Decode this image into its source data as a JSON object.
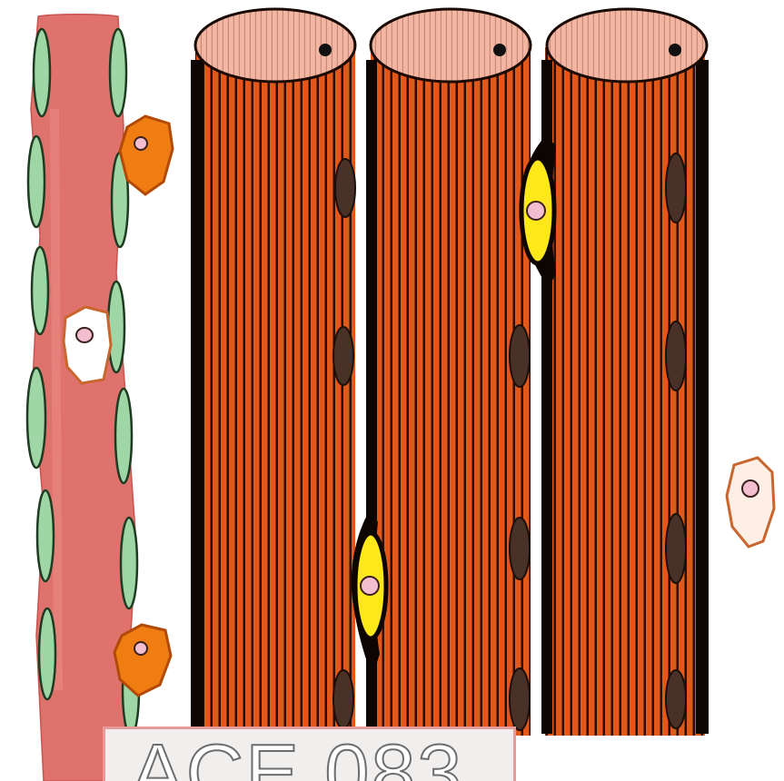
{
  "diagram": {
    "description_visible_text": "ACE 083",
    "colors": {
      "background": "#ffffff",
      "capillary": "#e0726d",
      "endothelial_cell": "#9fd6a6",
      "pericyte": "#f07d12",
      "macrophage_outline": "#c8662e",
      "muscle_fiber": "#e2571a",
      "muscle_fiber_stripe": "#2a0f05",
      "fiber_top": "#f3b6a3",
      "myonucleus": "#4a3128",
      "satellite_cell": "#ffe81a",
      "nucleus_pink": "#f3bfd0",
      "watermark_border": "#e89a9a"
    },
    "icons": [
      "capillary",
      "endothelial-cell",
      "pericyte",
      "macrophage",
      "muscle-fiber",
      "myonucleus",
      "satellite-cell"
    ]
  },
  "watermark": {
    "text": "ACE 083"
  }
}
